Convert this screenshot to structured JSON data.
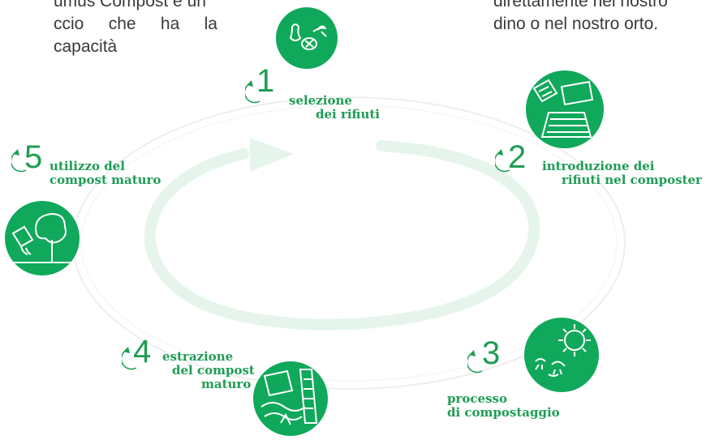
{
  "intro_left": {
    "line1": "umus Compost è un",
    "line2": "ccio che ha la capacità"
  },
  "intro_right": {
    "line1": "direttamente nel nostro",
    "line2": "dino o nel nostro orto."
  },
  "steps": [
    {
      "number": "1",
      "label_line1": "selezione",
      "label_line2": "dei rifiuti"
    },
    {
      "number": "2",
      "label_line1": "introduzione dei",
      "label_line2": "rifiuti nel composter"
    },
    {
      "number": "3",
      "label_line1": "processo",
      "label_line2": "di compostaggio"
    },
    {
      "number": "4",
      "label_line1": "estrazione",
      "label_line2": "del compost",
      "label_line3": "maturo"
    },
    {
      "number": "5",
      "label_line1": "utilizzo del",
      "label_line2": "compost maturo"
    }
  ],
  "colors": {
    "green": "#10a85a",
    "text_green": "#1e9d55",
    "pale_green": "#e9f6ee"
  }
}
